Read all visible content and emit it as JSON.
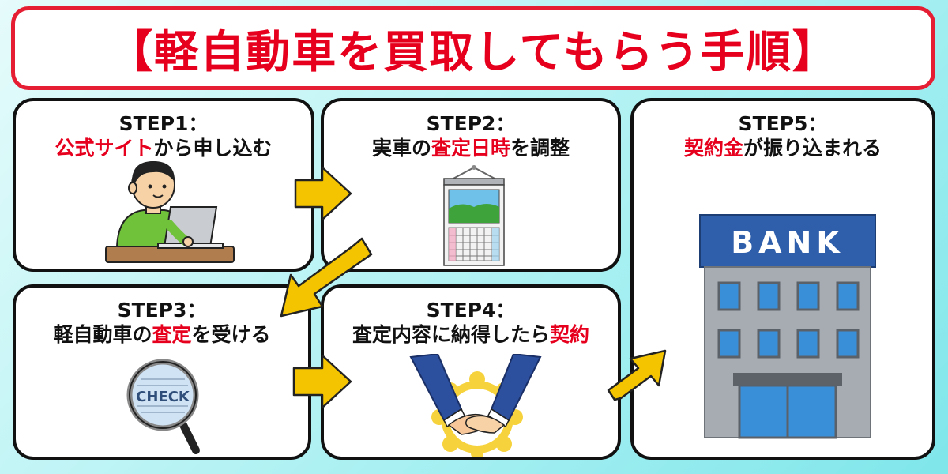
{
  "title": "【軽自動車を買取してもらう手順】",
  "steps": [
    {
      "label": "STEP1：",
      "desc": [
        {
          "text": "公式サイト",
          "hl": true
        },
        {
          "text": "から申し込む",
          "hl": false
        }
      ]
    },
    {
      "label": "STEP2：",
      "desc": [
        {
          "text": "実車の",
          "hl": false
        },
        {
          "text": "査定日時",
          "hl": true
        },
        {
          "text": "を調整",
          "hl": false
        }
      ]
    },
    {
      "label": "STEP3：",
      "desc": [
        {
          "text": "軽自動車の",
          "hl": false
        },
        {
          "text": "査定",
          "hl": true
        },
        {
          "text": "を受ける",
          "hl": false
        }
      ]
    },
    {
      "label": "STEP4：",
      "desc": [
        {
          "text": "査定内容に納得したら",
          "hl": false
        },
        {
          "text": "契約",
          "hl": true
        }
      ]
    },
    {
      "label": "STEP5：",
      "desc": [
        {
          "text": "契約金",
          "hl": true
        },
        {
          "text": "が振り込まれる",
          "hl": false
        }
      ]
    }
  ],
  "illustrations": {
    "check_text": "CHECK",
    "bank_text": "BANK"
  },
  "colors": {
    "title_border": "#e61e33",
    "highlight": "#e6001e",
    "arrow": "#f5c400",
    "arrow_outline": "#222222"
  }
}
